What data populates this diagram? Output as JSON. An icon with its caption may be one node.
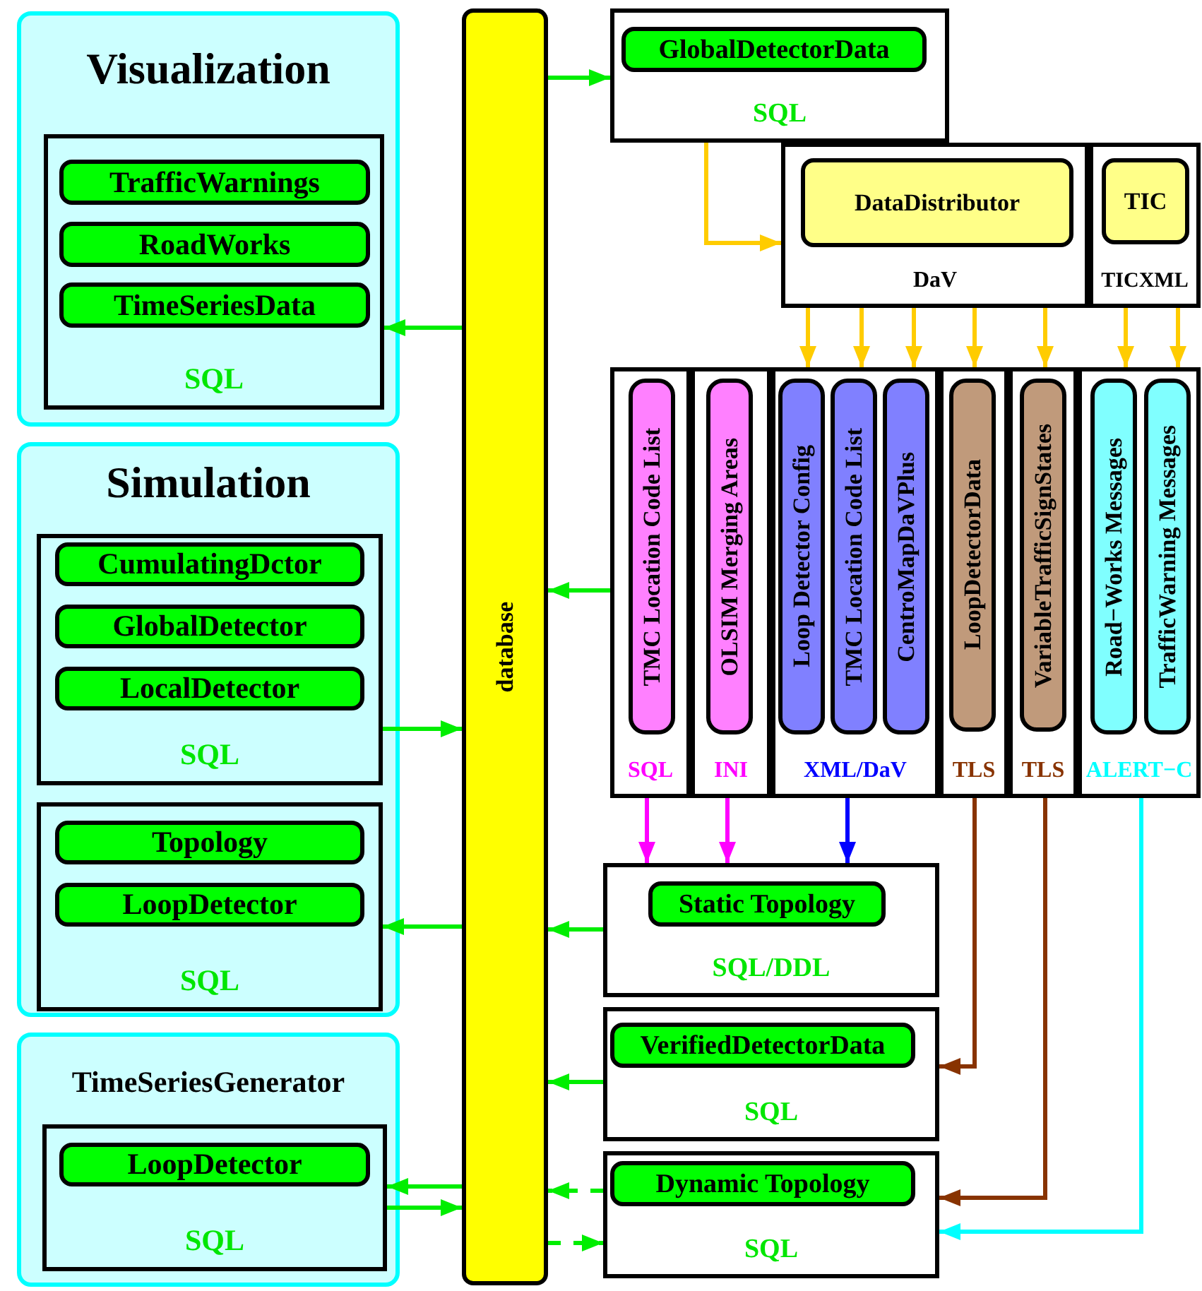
{
  "diagram": {
    "nodes": [
      {
        "text": [
          "Visualization"
        ]
      },
      {
        "text": [
          "SQL"
        ],
        "in": 0
      },
      {
        "text": [
          "TrafficWarnings"
        ],
        "in": 1
      },
      {
        "text": [
          "RoadWorks"
        ],
        "in": 1
      },
      {
        "text": [
          "TimeSeriesData"
        ],
        "in": 1
      },
      {
        "text": [
          "Simulation"
        ]
      },
      {
        "text": [
          "SQL"
        ],
        "in": 5
      },
      {
        "text": [
          "CumulatingDctor"
        ],
        "in": 6
      },
      {
        "text": [
          "GlobalDetector"
        ],
        "in": 6
      },
      {
        "text": [
          "LocalDetector"
        ],
        "in": 6
      },
      {
        "text": [
          "SQL"
        ],
        "in": 5
      },
      {
        "text": [
          "Topology"
        ],
        "in": 10
      },
      {
        "text": [
          "LoopDetector"
        ],
        "in": 10
      },
      {
        "text": [
          "TimeSeriesGenerator"
        ]
      },
      {
        "text": [
          "SQL"
        ],
        "in": 13
      },
      {
        "text": [
          "LoopDetector"
        ],
        "in": 14
      },
      {
        "text": [
          "database"
        ]
      },
      {
        "text": [
          "SQL"
        ]
      },
      {
        "text": [
          "GlobalDetectorData"
        ],
        "in": 17
      },
      {
        "text": [
          "DaV"
        ]
      },
      {
        "text": [
          "DataDistributor"
        ],
        "in": 19
      },
      {
        "text": [
          "TICXML"
        ]
      },
      {
        "text": [
          "TIC"
        ],
        "in": 21
      },
      {
        "text": [
          "SQL"
        ]
      },
      {
        "text": [
          "TMC Location Code List"
        ],
        "in": 23
      },
      {
        "text": [
          "INI"
        ]
      },
      {
        "text": [
          "OLSIM Merging Areas"
        ],
        "in": 25
      },
      {
        "text": [
          "XML/DaV"
        ]
      },
      {
        "text": [
          "Loop Detector Config"
        ],
        "in": 27
      },
      {
        "text": [
          "TMC Location Code List"
        ],
        "in": 27
      },
      {
        "text": [
          "CentroMapDaVPlus"
        ],
        "in": 27
      },
      {
        "text": [
          "TLS"
        ]
      },
      {
        "text": [
          "LoopDetectorData"
        ],
        "in": 31
      },
      {
        "text": [
          "TLS"
        ]
      },
      {
        "text": [
          "VariableTrafficSignStates"
        ],
        "in": 33
      },
      {
        "text": [
          "ALERT−C"
        ]
      },
      {
        "text": [
          "Road−Works Messages"
        ],
        "in": 35
      },
      {
        "text": [
          "TrafficWarning Messages"
        ],
        "in": 35
      },
      {
        "text": [
          "SQL/DDL"
        ]
      },
      {
        "text": [
          "Static Topology"
        ],
        "in": 38
      },
      {
        "text": [
          "SQL"
        ]
      },
      {
        "text": [
          "VerifiedDetectorData"
        ],
        "in": 40
      },
      {
        "text": [
          "SQL"
        ]
      },
      {
        "text": [
          "Dynamic Topology"
        ],
        "in": 42
      }
    ],
    "edges": [
      {
        "from": 16,
        "to": 17,
        "arrow": "to"
      },
      {
        "from": 16,
        "to": 1,
        "arrow": "to"
      },
      {
        "from": 23,
        "to": 16,
        "arrow": "to"
      },
      {
        "from": 6,
        "to": 16,
        "arrow": "to"
      },
      {
        "from": 16,
        "to": 10,
        "arrow": "to"
      },
      {
        "from": 38,
        "to": 16,
        "arrow": "to"
      },
      {
        "from": 40,
        "to": 16,
        "arrow": "to"
      },
      {
        "from": 16,
        "to": 14,
        "arrow": "to"
      },
      {
        "from": 14,
        "to": 16,
        "arrow": "to"
      },
      {
        "from": 42,
        "to": 16,
        "arrow": "to",
        "style": "dashed"
      },
      {
        "from": 16,
        "to": 42,
        "arrow": "to",
        "style": "dashed"
      },
      {
        "from": 17,
        "to": 19,
        "arrow": "to",
        "color": "#ffcc00"
      },
      {
        "from": 19,
        "to": 27,
        "arrow": "to",
        "color": "#ffcc00"
      },
      {
        "from": 19,
        "to": 27,
        "arrow": "to",
        "color": "#ffcc00"
      },
      {
        "from": 19,
        "to": 27,
        "arrow": "to",
        "color": "#ffcc00"
      },
      {
        "from": 19,
        "to": 31,
        "arrow": "to",
        "color": "#ffcc00"
      },
      {
        "from": 19,
        "to": 33,
        "arrow": "to",
        "color": "#ffcc00"
      },
      {
        "from": 21,
        "to": 35,
        "arrow": "to",
        "color": "#ffcc00"
      },
      {
        "from": 21,
        "to": 35,
        "arrow": "to",
        "color": "#ffcc00"
      },
      {
        "from": 23,
        "to": 38,
        "arrow": "to",
        "color": "#ff00ff"
      },
      {
        "from": 25,
        "to": 38,
        "arrow": "to",
        "color": "#ff00ff"
      },
      {
        "from": 27,
        "to": 38,
        "arrow": "to",
        "color": "#0000ff"
      },
      {
        "from": 31,
        "to": 40,
        "arrow": "to",
        "color": "#883300"
      },
      {
        "from": 33,
        "to": 42,
        "arrow": "to",
        "color": "#883300"
      },
      {
        "from": 35,
        "to": 42,
        "arrow": "to",
        "color": "#00ffff"
      }
    ]
  }
}
